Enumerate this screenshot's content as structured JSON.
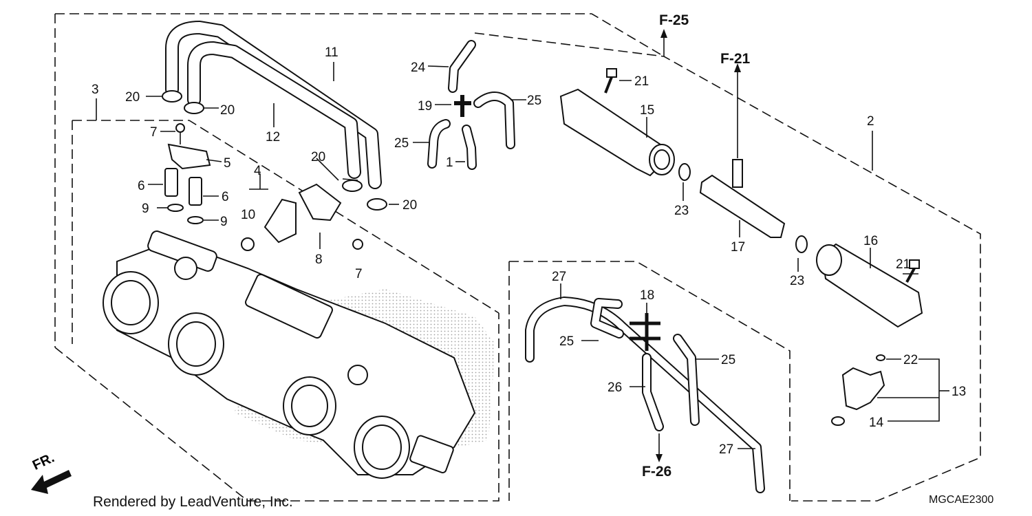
{
  "callouts": [
    {
      "id": "c1",
      "text": "1"
    },
    {
      "id": "c2",
      "text": "2"
    },
    {
      "id": "c3",
      "text": "3"
    },
    {
      "id": "c4",
      "text": "4"
    },
    {
      "id": "c5",
      "text": "5"
    },
    {
      "id": "c6a",
      "text": "6"
    },
    {
      "id": "c6b",
      "text": "6"
    },
    {
      "id": "c7a",
      "text": "7"
    },
    {
      "id": "c7b",
      "text": "7"
    },
    {
      "id": "c8",
      "text": "8"
    },
    {
      "id": "c9a",
      "text": "9"
    },
    {
      "id": "c9b",
      "text": "9"
    },
    {
      "id": "c10",
      "text": "10"
    },
    {
      "id": "c11",
      "text": "11"
    },
    {
      "id": "c12",
      "text": "12"
    },
    {
      "id": "c13",
      "text": "13"
    },
    {
      "id": "c14",
      "text": "14"
    },
    {
      "id": "c15",
      "text": "15"
    },
    {
      "id": "c16",
      "text": "16"
    },
    {
      "id": "c17",
      "text": "17"
    },
    {
      "id": "c18",
      "text": "18"
    },
    {
      "id": "c19",
      "text": "19"
    },
    {
      "id": "c20a",
      "text": "20"
    },
    {
      "id": "c20b",
      "text": "20"
    },
    {
      "id": "c20c",
      "text": "20"
    },
    {
      "id": "c20d",
      "text": "20"
    },
    {
      "id": "c21a",
      "text": "21"
    },
    {
      "id": "c21b",
      "text": "21"
    },
    {
      "id": "c22",
      "text": "22"
    },
    {
      "id": "c23a",
      "text": "23"
    },
    {
      "id": "c23b",
      "text": "23"
    },
    {
      "id": "c24",
      "text": "24"
    },
    {
      "id": "c25a",
      "text": "25"
    },
    {
      "id": "c25b",
      "text": "25"
    },
    {
      "id": "c25c",
      "text": "25"
    },
    {
      "id": "c25d",
      "text": "25"
    },
    {
      "id": "c26",
      "text": "26"
    },
    {
      "id": "c27a",
      "text": "27"
    },
    {
      "id": "c27b",
      "text": "27"
    }
  ],
  "references": {
    "f25": "F-25",
    "f21": "F-21",
    "f26": "F-26"
  },
  "footer": {
    "credit": "Rendered by LeadVenture, Inc.",
    "code": "MGCAE2300"
  },
  "orientation": {
    "front_label": "FR."
  }
}
